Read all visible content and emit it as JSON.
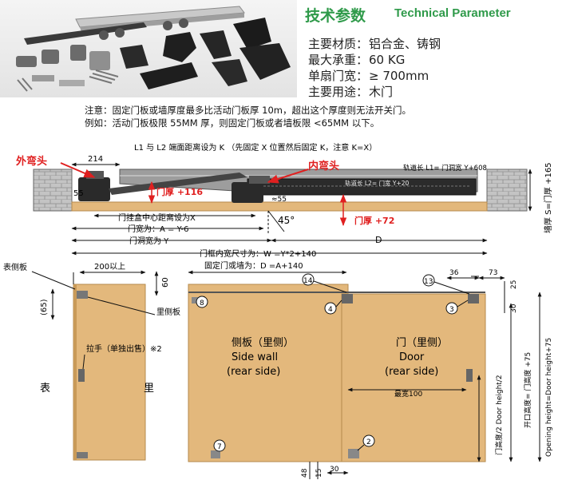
{
  "header": {
    "title_zh": "技术参数",
    "title_en": "Technical Parameter"
  },
  "specs": [
    {
      "label": "主要材质：",
      "value": "铝合金、铸钢"
    },
    {
      "label": "最大承重：",
      "value": "60 KG"
    },
    {
      "label": "单扇门宽：",
      "value": "≥ 700mm"
    },
    {
      "label": "主要用途：",
      "value": "木门"
    }
  ],
  "notes": {
    "line1": "注意：固定门板或墙厚度最多比活动门板厚 10m，超出这个厚度则无法开关门。",
    "line2": "例如：活动门板极限 55MM 厚，则固定门板或者墙板限 <65MM 以下。"
  },
  "top_view": {
    "caption": "L1 与 L2 端面距离设为 K （先固定 X 位置然后固定 K，注意 K=X）",
    "outer_bend": "外弯头",
    "inner_bend": "内弯头",
    "dim_214": "214",
    "dim_55_left": "55",
    "dim_55_mid": "≈55",
    "rail_l1": "轨道长 L1= 门洞宽 Y+608",
    "rail_l2": "轨道长 L2= 门宽 Y+20",
    "door_thick_116": "门厚 +116",
    "door_thick_72": "门厚 +72",
    "angle": "45°",
    "hanger_dist": "门挂盒中心距离设为X",
    "door_width": "门宽为：A = Y-6",
    "opening_width": "门洞宽为 Y",
    "dim_d": "D",
    "wall_thick": "墙厚 S=门厚 +165",
    "frame_width": "门框内宽尺寸为：W =Y*2+140"
  },
  "side_view": {
    "surface_panel": "表侧板",
    "dim_200": "200以上",
    "dim_60": "60",
    "dim_65": "(65)",
    "inner_panel": "里侧板",
    "handle": "拉手（单独出售）※2",
    "front": "表",
    "back": "里"
  },
  "front_view": {
    "fixed_door": "固定门或墙为：D =A+140",
    "side_wall_zh": "侧板（里侧）",
    "side_wall_en": "Side wall",
    "side_wall_en2": "(rear side)",
    "door_zh": "门（里侧）",
    "door_en": "Door",
    "door_en2": "(rear side)",
    "min_width": "最宽100",
    "dim_36": "36",
    "dim_73": "73",
    "dim_25": "25",
    "dim_30": "30",
    "door_half_height": "门高度/2  Door height/2",
    "opening_height_zh": "开口高度= 门高度 +75",
    "opening_height_en": "Opening height=Door height+75",
    "dim_48": "48",
    "dim_15": "15",
    "dim_30_bottom": "30",
    "callouts": [
      "14",
      "4",
      "8",
      "13",
      "3",
      "7",
      "2"
    ]
  },
  "colors": {
    "accent_green": "#2f9a4a",
    "red": "#e02020",
    "wood": "#e3b87c",
    "brick": "#bdbdbd",
    "rail_dark": "#2b2b2b"
  }
}
